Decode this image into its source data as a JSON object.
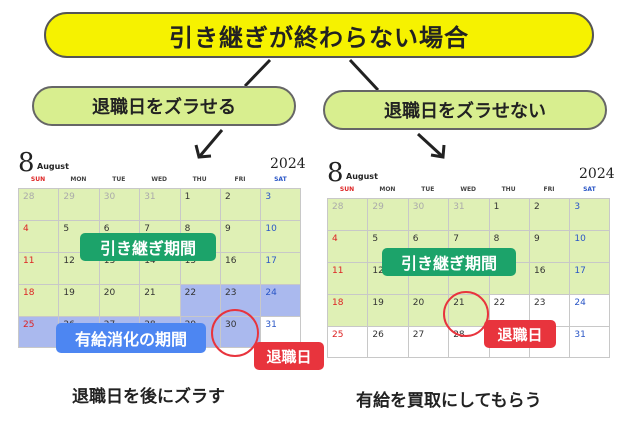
{
  "title": "引き継ぎが終わらない場合",
  "left": {
    "heading": "退職日をズラせる",
    "caption": "退職日を後にズラす",
    "handover_label": "引き継ぎ期間",
    "leave_label": "有給消化の期間",
    "retire_label": "退職日"
  },
  "right": {
    "heading": "退職日をズラせない",
    "caption": "有給を買取にしてもらう",
    "handover_label": "引き継ぎ期間",
    "retire_label": "退職日"
  },
  "calendar": {
    "month_number": "8",
    "month_name": "August",
    "year": "2024",
    "weekdays": [
      "SUN",
      "MON",
      "TUE",
      "WED",
      "THU",
      "FRI",
      "SAT"
    ],
    "weeks": [
      [
        "28",
        "29",
        "30",
        "31",
        "1",
        "2",
        "3"
      ],
      [
        "4",
        "5",
        "6",
        "7",
        "8",
        "9",
        "10"
      ],
      [
        "11",
        "12",
        "13",
        "14",
        "15",
        "16",
        "17"
      ],
      [
        "18",
        "19",
        "20",
        "21",
        "22",
        "23",
        "24"
      ],
      [
        "25",
        "26",
        "27",
        "28",
        "29",
        "30",
        "31"
      ]
    ]
  },
  "colors": {
    "title_bg": "#f6f200",
    "subtitle_bg": "#d8ee8f",
    "handover_fill": "#dff0b5",
    "leave_fill": "#aab9ee",
    "green_badge": "#1ca36a",
    "blue_badge": "#4d86f2",
    "red_badge": "#e8343d"
  }
}
